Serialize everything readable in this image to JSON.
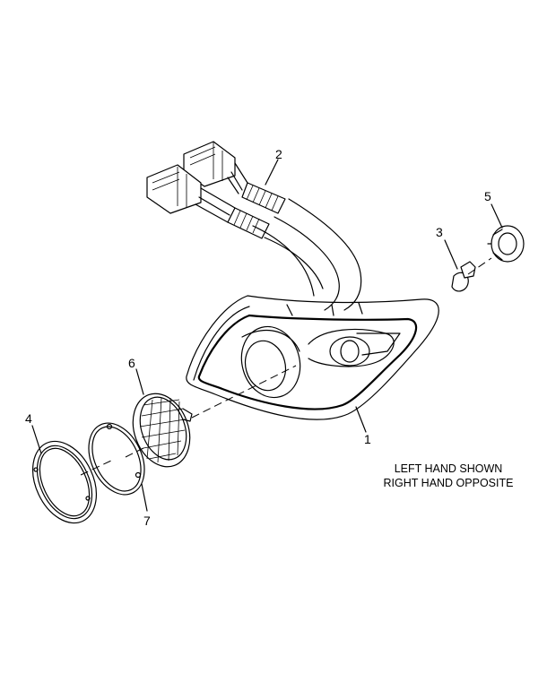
{
  "callouts": [
    "1",
    "2",
    "3",
    "4",
    "5",
    "6",
    "7"
  ],
  "note": {
    "line1": "LEFT HAND SHOWN",
    "line2": "RIGHT HAND OPPOSITE"
  }
}
